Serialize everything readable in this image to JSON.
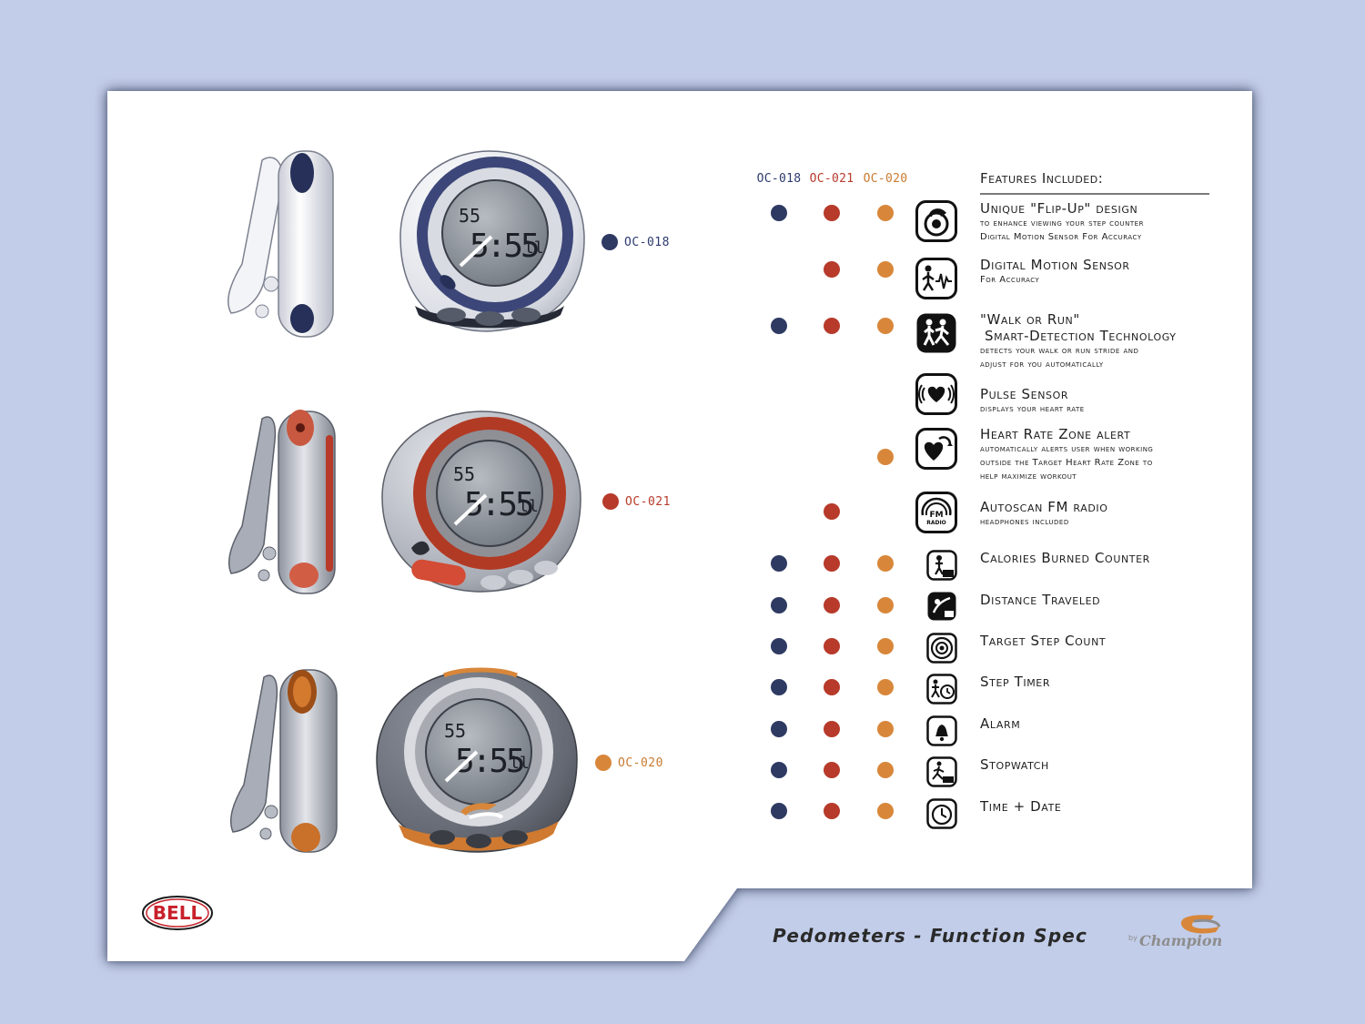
{
  "colors": {
    "background": "#c2cde9",
    "navy": "#2e3a62",
    "red": "#b73a2a",
    "orange": "#d8873a",
    "label_navy": "#2c3a6e",
    "label_red": "#b73a2a",
    "label_orange": "#c97a30"
  },
  "models": [
    {
      "code": "OC-018",
      "color": "navy"
    },
    {
      "code": "OC-021",
      "color": "red"
    },
    {
      "code": "OC-020",
      "color": "orange"
    }
  ],
  "display": {
    "top": "55",
    "main": "5:55",
    "side": "ll"
  },
  "features_title": "Features Included:",
  "features": [
    {
      "title": "Unique \"Flip-Up\" design",
      "desc": [
        "to enhance viewing your step counter",
        "Digital Motion Sensor For Accuracy"
      ],
      "icon": "flip-up-icon",
      "models": [
        true,
        true,
        true
      ]
    },
    {
      "title": "Digital Motion Sensor",
      "desc": [
        "For Accuracy"
      ],
      "icon": "motion-sensor-icon",
      "models": [
        false,
        true,
        true
      ]
    },
    {
      "title": "\"Walk or Run\"",
      "title2": "Smart-Detection Technology",
      "desc": [
        "detects your walk or run stride and",
        "adjust for you automatically"
      ],
      "icon": "walk-run-icon",
      "models": [
        true,
        true,
        true
      ]
    },
    {
      "title": "Pulse Sensor",
      "desc": [
        "displays your heart rate"
      ],
      "icon": "pulse-heart-icon",
      "models": [
        false,
        false,
        false
      ]
    },
    {
      "title": "Heart Rate Zone alert",
      "desc": [
        "automatically alerts user when working",
        "outside the Target Heart Rate Zone to",
        "help maximize workout"
      ],
      "icon": "heart-zone-icon",
      "models": [
        false,
        false,
        true
      ]
    },
    {
      "title": "Autoscan FM radio",
      "desc": [
        "headphones included"
      ],
      "icon": "fm-radio-icon",
      "icon_text": [
        "FM",
        "RADIO"
      ],
      "models": [
        false,
        true,
        false
      ]
    },
    {
      "title": "Calories Burned Counter",
      "desc": [],
      "icon": "calories-icon",
      "models": [
        true,
        true,
        true
      ]
    },
    {
      "title": "Distance Traveled",
      "desc": [],
      "icon": "distance-icon",
      "models": [
        true,
        true,
        true
      ]
    },
    {
      "title": "Target Step Count",
      "desc": [],
      "icon": "target-step-icon",
      "models": [
        true,
        true,
        true
      ]
    },
    {
      "title": "Step Timer",
      "desc": [],
      "icon": "step-timer-icon",
      "models": [
        true,
        true,
        true
      ]
    },
    {
      "title": "Alarm",
      "desc": [],
      "icon": "alarm-bell-icon",
      "models": [
        true,
        true,
        true
      ]
    },
    {
      "title": "Stopwatch",
      "desc": [],
      "icon": "stopwatch-runner-icon",
      "models": [
        true,
        true,
        true
      ]
    },
    {
      "title": "Time + Date",
      "desc": [],
      "icon": "clock-icon",
      "models": [
        true,
        true,
        true
      ]
    }
  ],
  "footer": {
    "title": "Pedometers - Function Spec",
    "brand_left": "BELL",
    "brand_right": "Champion",
    "brand_right_by": "by"
  }
}
